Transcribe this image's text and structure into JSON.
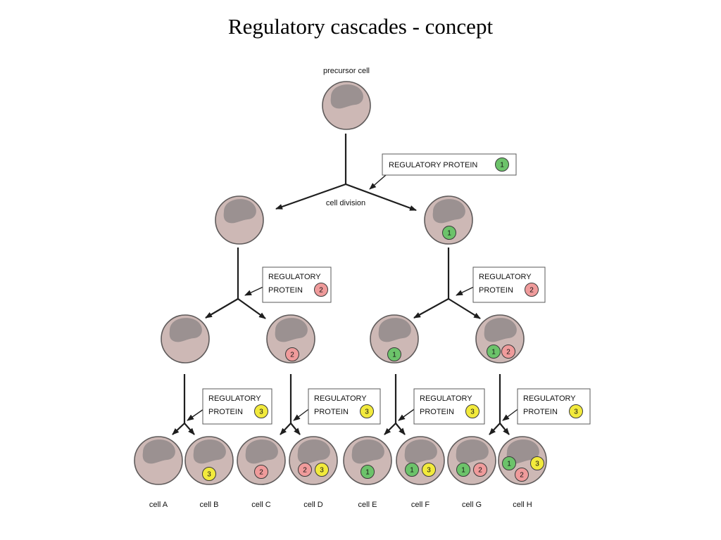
{
  "title": "Regulatory cascades - concept",
  "labels": {
    "precursor": "precursor cell",
    "division": "cell division"
  },
  "protein_boxes": [
    {
      "line1": "REGULATORY PROTEIN",
      "line2": "",
      "number": "1"
    },
    {
      "line1": "REGULATORY",
      "line2": "PROTEIN",
      "number": "2"
    },
    {
      "line1": "REGULATORY",
      "line2": "PROTEIN",
      "number": "2"
    },
    {
      "line1": "REGULATORY",
      "line2": "PROTEIN",
      "number": "3"
    },
    {
      "line1": "REGULATORY",
      "line2": "PROTEIN",
      "number": "3"
    },
    {
      "line1": "REGULATORY",
      "line2": "PROTEIN",
      "number": "3"
    },
    {
      "line1": "REGULATORY",
      "line2": "PROTEIN",
      "number": "3"
    }
  ],
  "final_cells": [
    {
      "name": "cell A",
      "proteins": []
    },
    {
      "name": "cell B",
      "proteins": [
        "3"
      ]
    },
    {
      "name": "cell C",
      "proteins": [
        "2"
      ]
    },
    {
      "name": "cell D",
      "proteins": [
        "2",
        "3"
      ]
    },
    {
      "name": "cell E",
      "proteins": [
        "1"
      ]
    },
    {
      "name": "cell F",
      "proteins": [
        "1",
        "3"
      ]
    },
    {
      "name": "cell G",
      "proteins": [
        "1",
        "2"
      ]
    },
    {
      "name": "cell H",
      "proteins": [
        "1",
        "2",
        "3"
      ]
    }
  ],
  "protein_colors": {
    "1": "#6cc36a",
    "2": "#ef9b9b",
    "3": "#f2ea3c"
  }
}
